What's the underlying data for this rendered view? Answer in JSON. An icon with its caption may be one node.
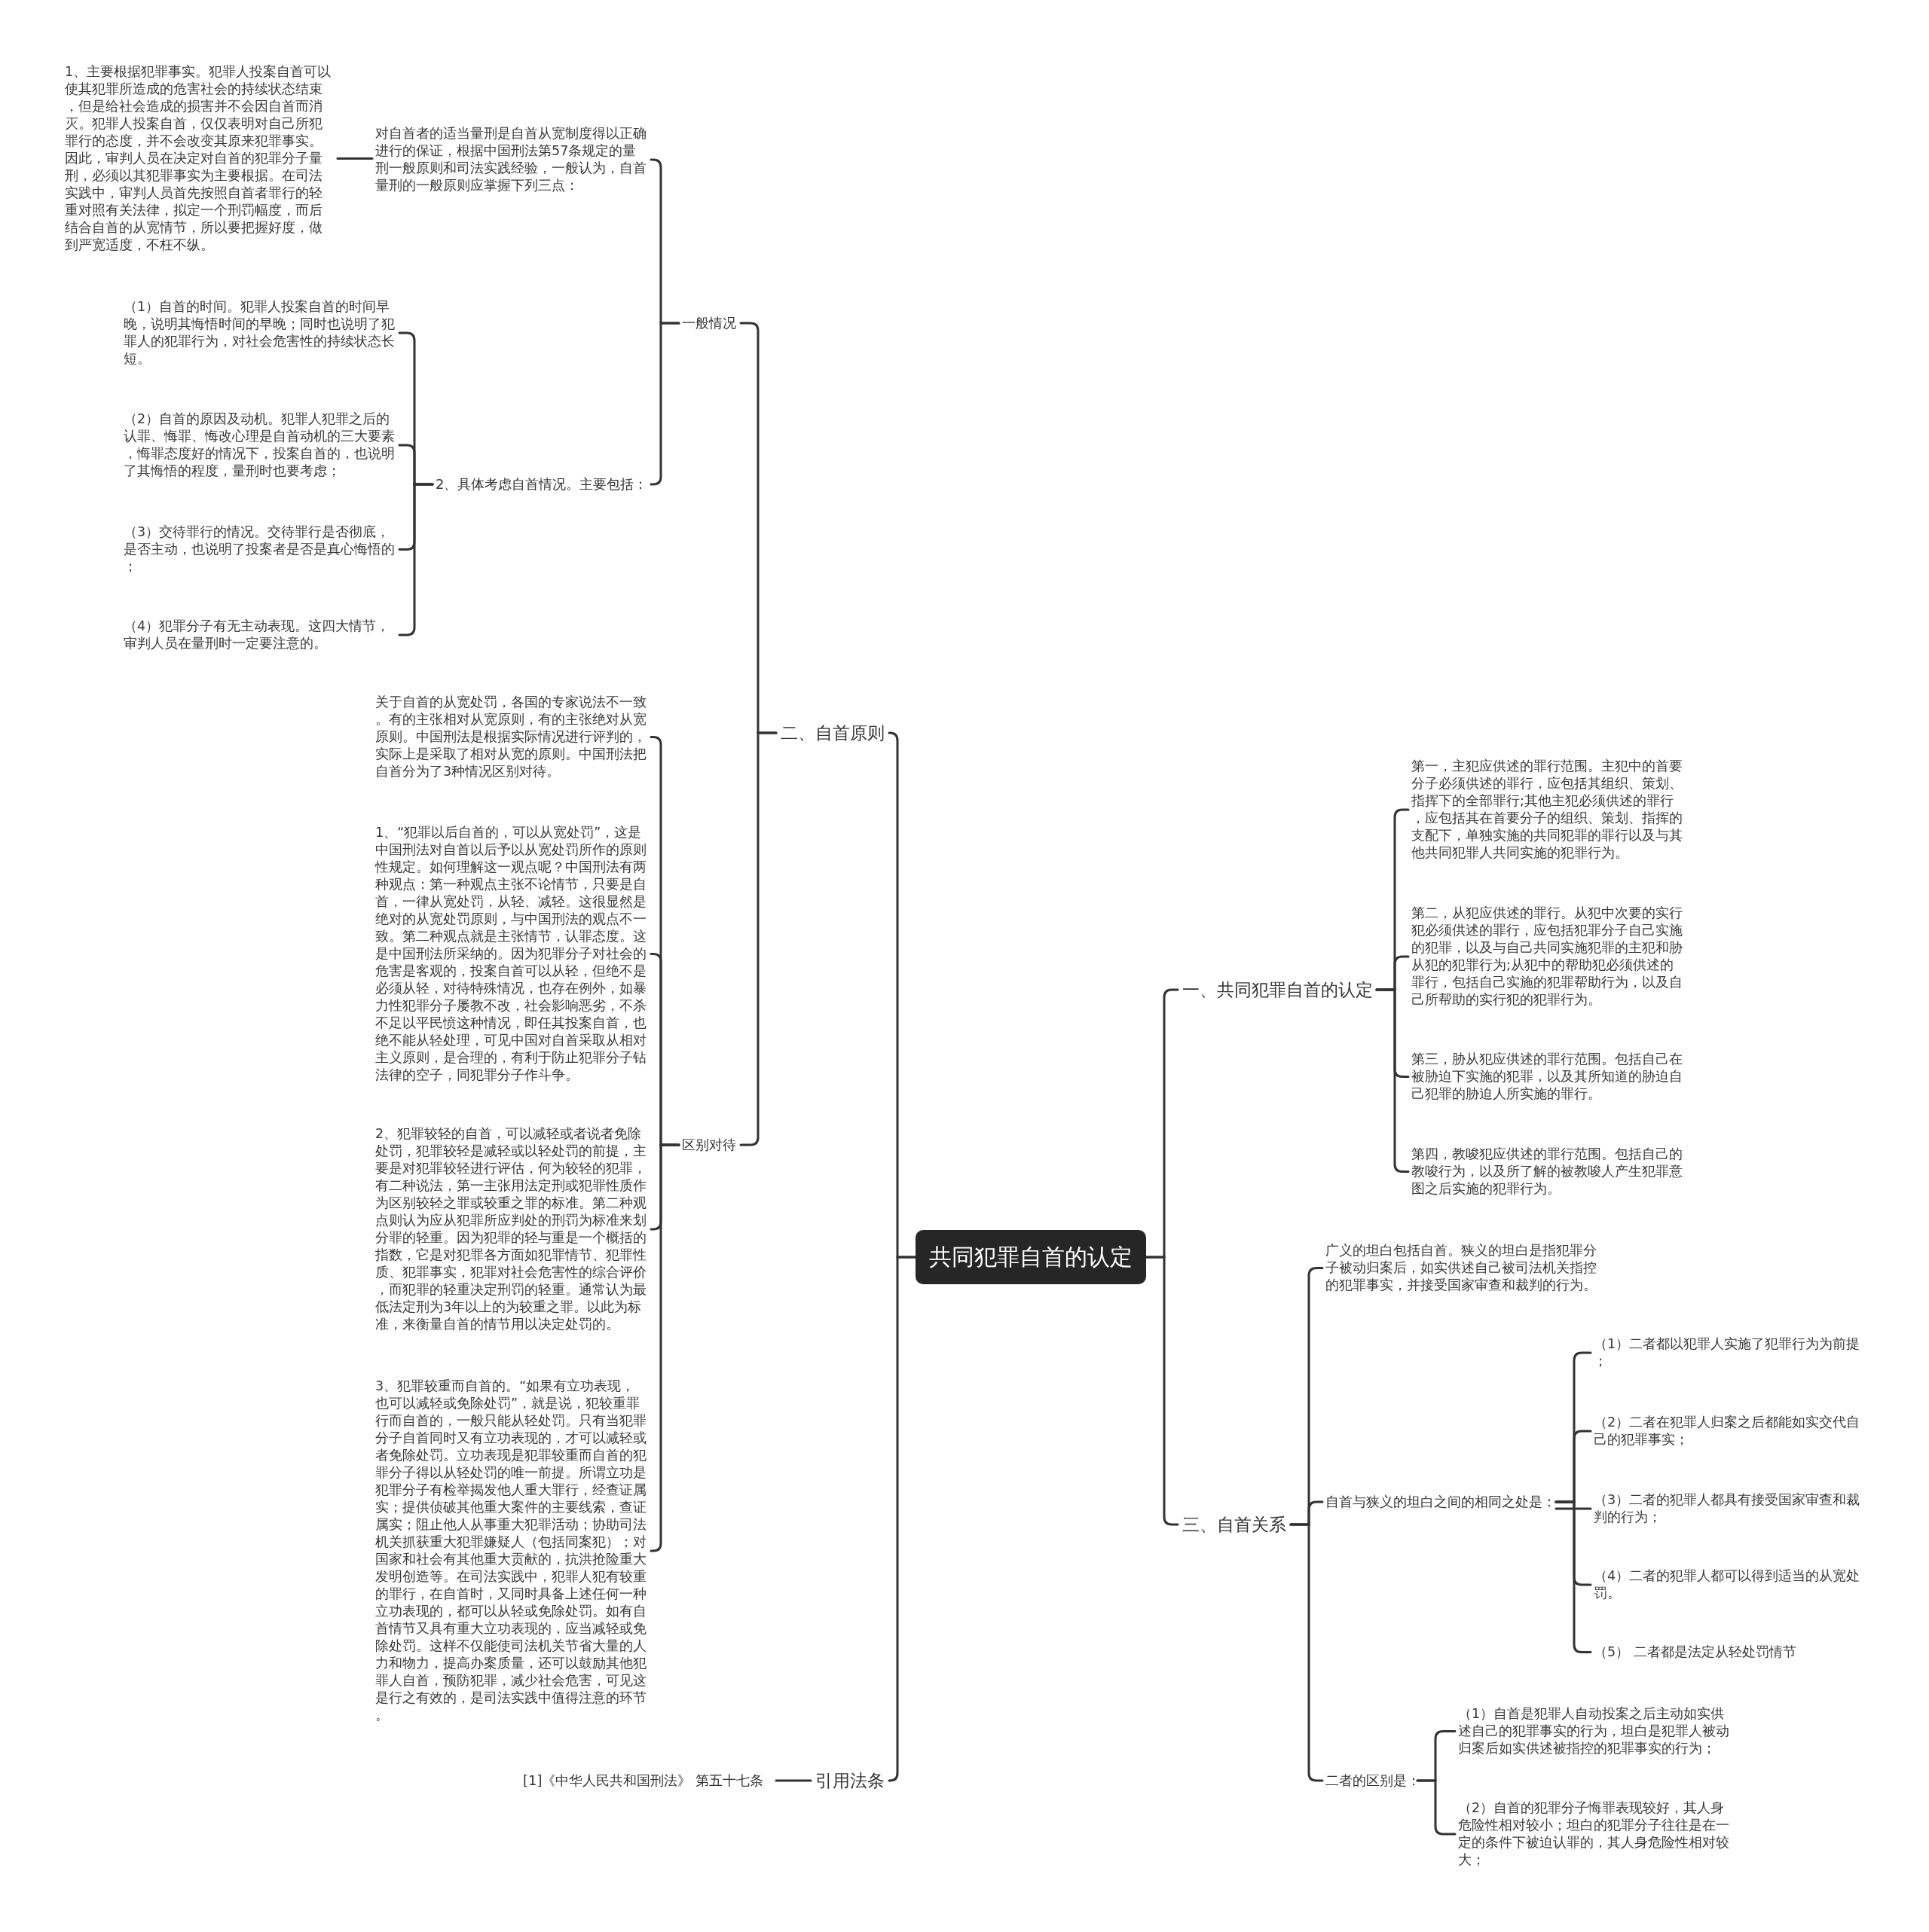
{
  "diagram": {
    "nodes": [
      {
        "text": [
          "共同犯罪自首的认定"
        ]
      },
      {
        "text": [
          "二、自首原则"
        ]
      },
      {
        "text": [
          "一般情况"
        ]
      },
      {
        "text": [
          "对自首者的适当量刑是自首从宽制度得以正确进行的保证，根据中国刑法第57条规定的量刑一般原则和司法实践经验，一般认为，自首量刑的一般原则应掌握下列三点："
        ]
      },
      {
        "text": [
          "1、主要根据犯罪事实。犯罪人投案自首可以使其犯罪所造成的危害社会的持续状态结束，但是给社会造成的损害并不会因自首而消灭。犯罪人投案自首，仅仅表明对自己所犯罪行的态度，并不会改变其原来犯罪事实。因此，审判人员在决定对自首的犯罪分子量刑，必须以其犯罪事实为主要根据。在司法实践中，审判人员首先按照自首者罪行的轻重对照有关法律，拟定一个刑罚幅度，而后结合自首的从宽情节，所以要把握好度，做到严宽适度，不枉不纵。"
        ]
      },
      {
        "text": [
          "2、具体考虑自首情况。主要包括："
        ]
      },
      {
        "text": [
          "（1）自首的时间。犯罪人投案自首的时间早晚，说明其悔悟时间的早晚；同时也说明了犯罪人的犯罪行为，对社会危害性的持续状态长短。"
        ]
      },
      {
        "text": [
          "（2）自首的原因及动机。犯罪人犯罪之后的认罪、悔罪、悔改心理是自首动机的三大要素，悔罪态度好的情况下，投案自首的，也说明了其悔悟的程度，量刑时也要考虑；"
        ]
      },
      {
        "text": [
          "（3）交待罪行的情况。交待罪行是否彻底，是否主动，也说明了投案者是否是真心悔悟的；"
        ]
      },
      {
        "text": [
          "（4）犯罪分子有无主动表现。这四大情节，审判人员在量刑时一定要注意的。"
        ]
      },
      {
        "text": [
          "区别对待"
        ]
      },
      {
        "text": [
          "关于自首的从宽处罚，各国的专家说法不一致。有的主张相对从宽原则，有的主张绝对从宽原则。中国刑法是根据实际情况进行评判的，实际上是采取了相对从宽的原则。中国刑法把自首分为了3种情况区别对待。"
        ]
      },
      {
        "text": [
          "1、“犯罪以后自首的，可以从宽处罚”，这是中国刑法对自首以后予以从宽处罚所作的原则性规定。如何理解这一观点呢？中国刑法有两种观点：第一种观点主张不论情节，只要是自首，一律从宽处罚，从轻、减轻。这很显然是绝对的从宽处罚原则，与中国刑法的观点不一致。第二种观点就是主张情节，认罪态度。这是中国刑法所采纳的。因为犯罪分子对社会的危害是客观的，投案自首可以从轻，但绝不是必须从轻，对待特殊情况，也存在例外，如暴力性犯罪分子屡教不改，社会影响恶劣，不杀不足以平民愤这种情况，即任其投案自首，也绝不能从轻处理，可见中国对自首采取从相对主义原则，是合理的，有利于防止犯罪分子钻法律的空子，同犯罪分子作斗争。"
        ]
      },
      {
        "text": [
          "2、犯罪较轻的自首，可以减轻或者说者免除处罚，犯罪较轻是减轻或以轻处罚的前提，主要是对犯罪较轻进行评估，何为较轻的犯罪，有二种说法，第一主张用法定刑或犯罪性质作为区别较轻之罪或较重之罪的标准。第二种观点则认为应从犯罪所应判处的刑罚为标准来划分罪的轻重。因为犯罪的轻与重是一个概括的指数，它是对犯罪各方面如犯罪情节、犯罪性质、犯罪事实，犯罪对社会危害性的综合评价，而犯罪的轻重决定刑罚的轻重。通常认为最低法定刑为3年以上的为较重之罪。以此为标准，来衡量自首的情节用以决定处罚的。"
        ]
      },
      {
        "text": [
          "3、犯罪较重而自首的。“如果有立功表现，也可以减轻或免除处罚”，就是说，犯较重罪行而自首的，一般只能从轻处罚。只有当犯罪分子自首同时又有立功表现的，才可以减轻或者免除处罚。立功表现是犯罪较重而自首的犯罪分子得以从轻处罚的唯一前提。所谓立功是犯罪分子有检举揭发他人重大罪行，经查证属实；提供侦破其他重大案件的主要线索，查证属实；阻止他人从事重大犯罪活动；协助司法机关抓获重大犯罪嫌疑人（包括同案犯）；对国家和社会有其他重大贡献的，抗洪抢险重大发明创造等。在司法实践中，犯罪人犯有较重的罪行，在自首时，又同时具备上述任何一种立功表现的，都可以从轻或免除处罚。如有自首情节又具有重大立功表现的，应当减轻或免除处罚。这样不仅能使司法机关节省大量的人力和物力，提高办案质量，还可以鼓励其他犯罪人自首，预防犯罪，减少社会危害，可见这是行之有效的，是司法实践中值得注意的环节。"
        ]
      },
      {
        "text": [
          "引用法条"
        ]
      },
      {
        "text": [
          "[1]《中华人民共和国刑法》 第五十七条"
        ]
      },
      {
        "text": [
          "一、共同犯罪自首的认定"
        ]
      },
      {
        "text": [
          "第一，主犯应供述的罪行范围。主犯中的首要分子必须供述的罪行，应包括其组织、策划、指挥下的全部罪行;其他主犯必须供述的罪行，应包括其在首要分子的组织、策划、指挥的支配下，单独实施的共同犯罪的罪行以及与其他共同犯罪人共同实施的犯罪行为。"
        ]
      },
      {
        "text": [
          "第二，从犯应供述的罪行。从犯中次要的实行犯必须供述的罪行，应包括犯罪分子自己实施的犯罪，以及与自己共同实施犯罪的主犯和胁从犯的犯罪行为;从犯中的帮助犯必须供述的罪行，包括自己实施的犯罪帮助行为，以及自己所帮助的实行犯的犯罪行为。"
        ]
      },
      {
        "text": [
          "第三，胁从犯应供述的罪行范围。包括自己在被胁迫下实施的犯罪，以及其所知道的胁迫自己犯罪的胁迫人所实施的罪行。"
        ]
      },
      {
        "text": [
          "第四，教唆犯应供述的罪行范围。包括自己的教唆行为，以及所了解的被教唆人产生犯罪意图之后实施的犯罪行为。"
        ]
      },
      {
        "text": [
          "三、自首关系"
        ]
      },
      {
        "text": [
          "广义的坦白包括自首。狭义的坦白是指犯罪分子被动归案后，如实供述自己被司法机关指控的犯罪事实，并接受国家审查和裁判的行为。"
        ]
      },
      {
        "text": [
          "自首与狭义的坦白之间的相同之处是："
        ]
      },
      {
        "text": [
          "（1）二者都以犯罪人实施了犯罪行为为前提；"
        ]
      },
      {
        "text": [
          "（2）二者在犯罪人归案之后都能如实交代自己的犯罪事实；"
        ]
      },
      {
        "text": [
          "（3）二者的犯罪人都具有接受国家审查和裁判的行为；"
        ]
      },
      {
        "text": [
          "（4）二者的犯罪人都可以得到适当的从宽处罚。"
        ]
      },
      {
        "text": [
          "（5） 二者都是法定从轻处罚情节"
        ]
      },
      {
        "text": [
          "二者的区别是："
        ]
      },
      {
        "text": [
          "（1）自首是犯罪人自动投案之后主动如实供述自己的犯罪事实的行为，坦白是犯罪人被动归案后如实供述被指控的犯罪事实的行为；"
        ]
      },
      {
        "text": [
          "（2）自首的犯罪分子悔罪表现较好，其人身危险性相对较小；坦白的犯罪分子往往是在一定的条件下被迫认罪的，其人身危险性相对较大；"
        ]
      }
    ],
    "edges": [
      {
        "from": 0,
        "to": 1,
        "arrow": "none"
      },
      {
        "from": 1,
        "to": 2,
        "arrow": "none"
      },
      {
        "from": 2,
        "to": 3,
        "arrow": "none"
      },
      {
        "from": 3,
        "to": 4,
        "arrow": "none"
      },
      {
        "from": 2,
        "to": 5,
        "arrow": "none"
      },
      {
        "from": 5,
        "to": 6,
        "arrow": "none"
      },
      {
        "from": 5,
        "to": 7,
        "arrow": "none"
      },
      {
        "from": 5,
        "to": 8,
        "arrow": "none"
      },
      {
        "from": 5,
        "to": 9,
        "arrow": "none"
      },
      {
        "from": 1,
        "to": 10,
        "arrow": "none"
      },
      {
        "from": 10,
        "to": 11,
        "arrow": "none"
      },
      {
        "from": 10,
        "to": 12,
        "arrow": "none"
      },
      {
        "from": 10,
        "to": 13,
        "arrow": "none"
      },
      {
        "from": 10,
        "to": 14,
        "arrow": "none"
      },
      {
        "from": 0,
        "to": 15,
        "arrow": "none"
      },
      {
        "from": 15,
        "to": 16,
        "arrow": "none"
      },
      {
        "from": 0,
        "to": 17,
        "arrow": "none"
      },
      {
        "from": 17,
        "to": 18,
        "arrow": "none"
      },
      {
        "from": 17,
        "to": 19,
        "arrow": "none"
      },
      {
        "from": 17,
        "to": 20,
        "arrow": "none"
      },
      {
        "from": 17,
        "to": 21,
        "arrow": "none"
      },
      {
        "from": 0,
        "to": 22,
        "arrow": "none"
      },
      {
        "from": 22,
        "to": 23,
        "arrow": "none"
      },
      {
        "from": 22,
        "to": 24,
        "arrow": "none"
      },
      {
        "from": 24,
        "to": 25,
        "arrow": "none"
      },
      {
        "from": 24,
        "to": 26,
        "arrow": "none"
      },
      {
        "from": 24,
        "to": 27,
        "arrow": "none"
      },
      {
        "from": 24,
        "to": 28,
        "arrow": "none"
      },
      {
        "from": 24,
        "to": 29,
        "arrow": "none"
      },
      {
        "from": 22,
        "to": 30,
        "arrow": "none"
      },
      {
        "from": 30,
        "to": 31,
        "arrow": "none"
      },
      {
        "from": 30,
        "to": 32,
        "arrow": "none"
      }
    ]
  }
}
